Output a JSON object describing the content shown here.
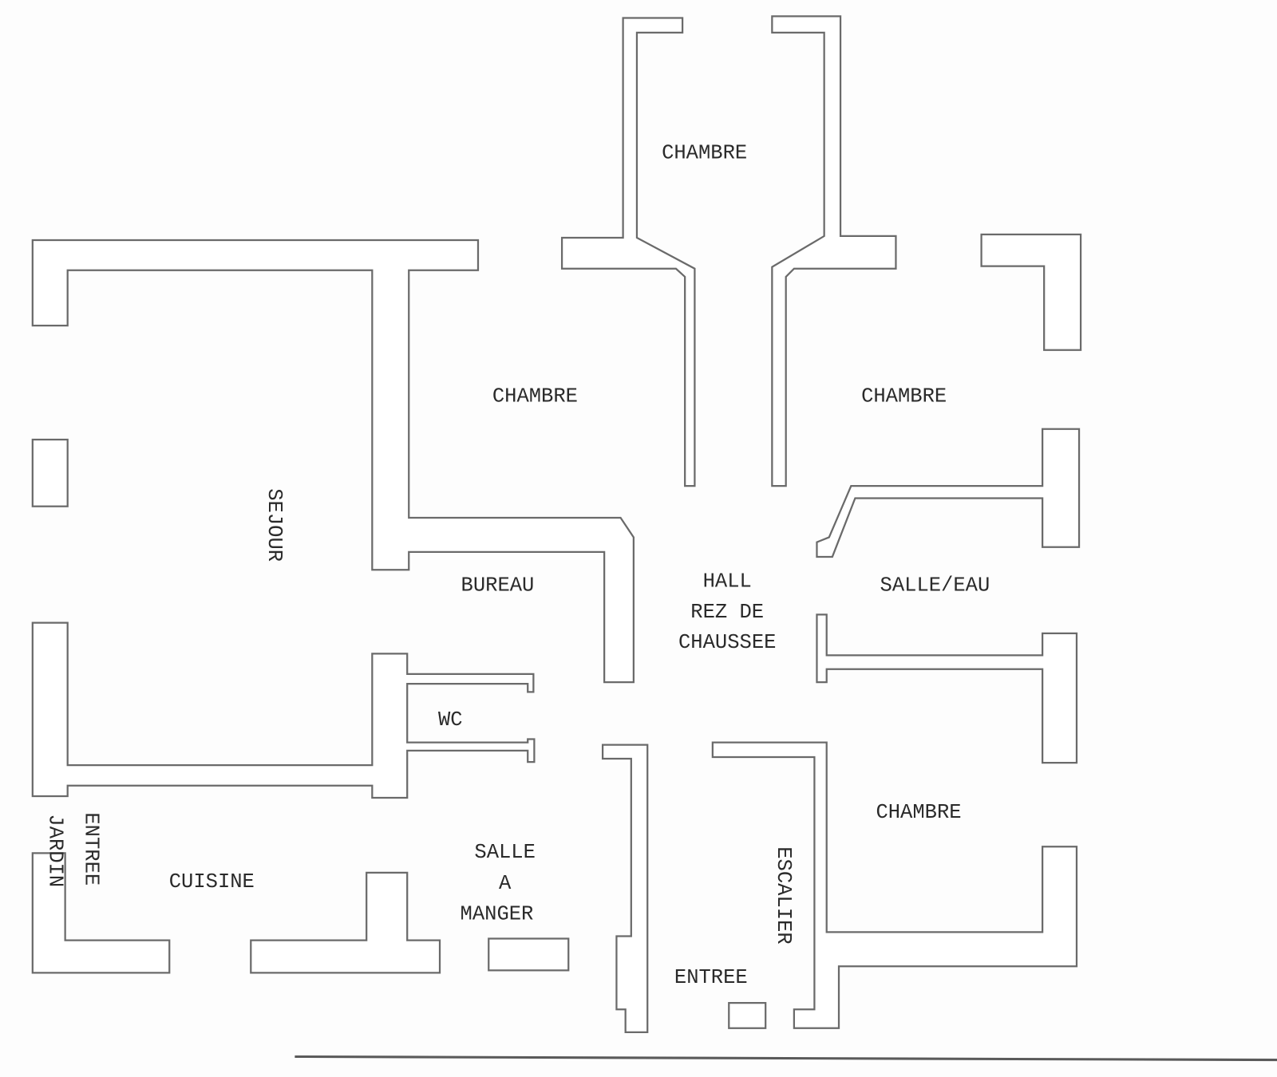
{
  "plan": {
    "rooms": {
      "chambre_top": "CHAMBRE",
      "chambre_left": "CHAMBRE",
      "chambre_right": "CHAMBRE",
      "chambre_bottom": "CHAMBRE",
      "sejour": "SEJOUR",
      "bureau": "BUREAU",
      "hall": [
        "HALL",
        "REZ DE",
        "CHAUSSEE"
      ],
      "salle_eau": "SALLE/EAU",
      "wc": "WC",
      "cuisine": "CUISINE",
      "salle_a_manger": [
        "SALLE",
        "A",
        "MANGER"
      ],
      "entree": "ENTREE",
      "escalier": "ESCALIER",
      "entree_jardin": [
        "ENTREE",
        "JARDIN"
      ]
    },
    "colors": {
      "wall": "#6a6a6a",
      "text": "#2a2a2a",
      "paper": "#fdfdfd"
    }
  }
}
